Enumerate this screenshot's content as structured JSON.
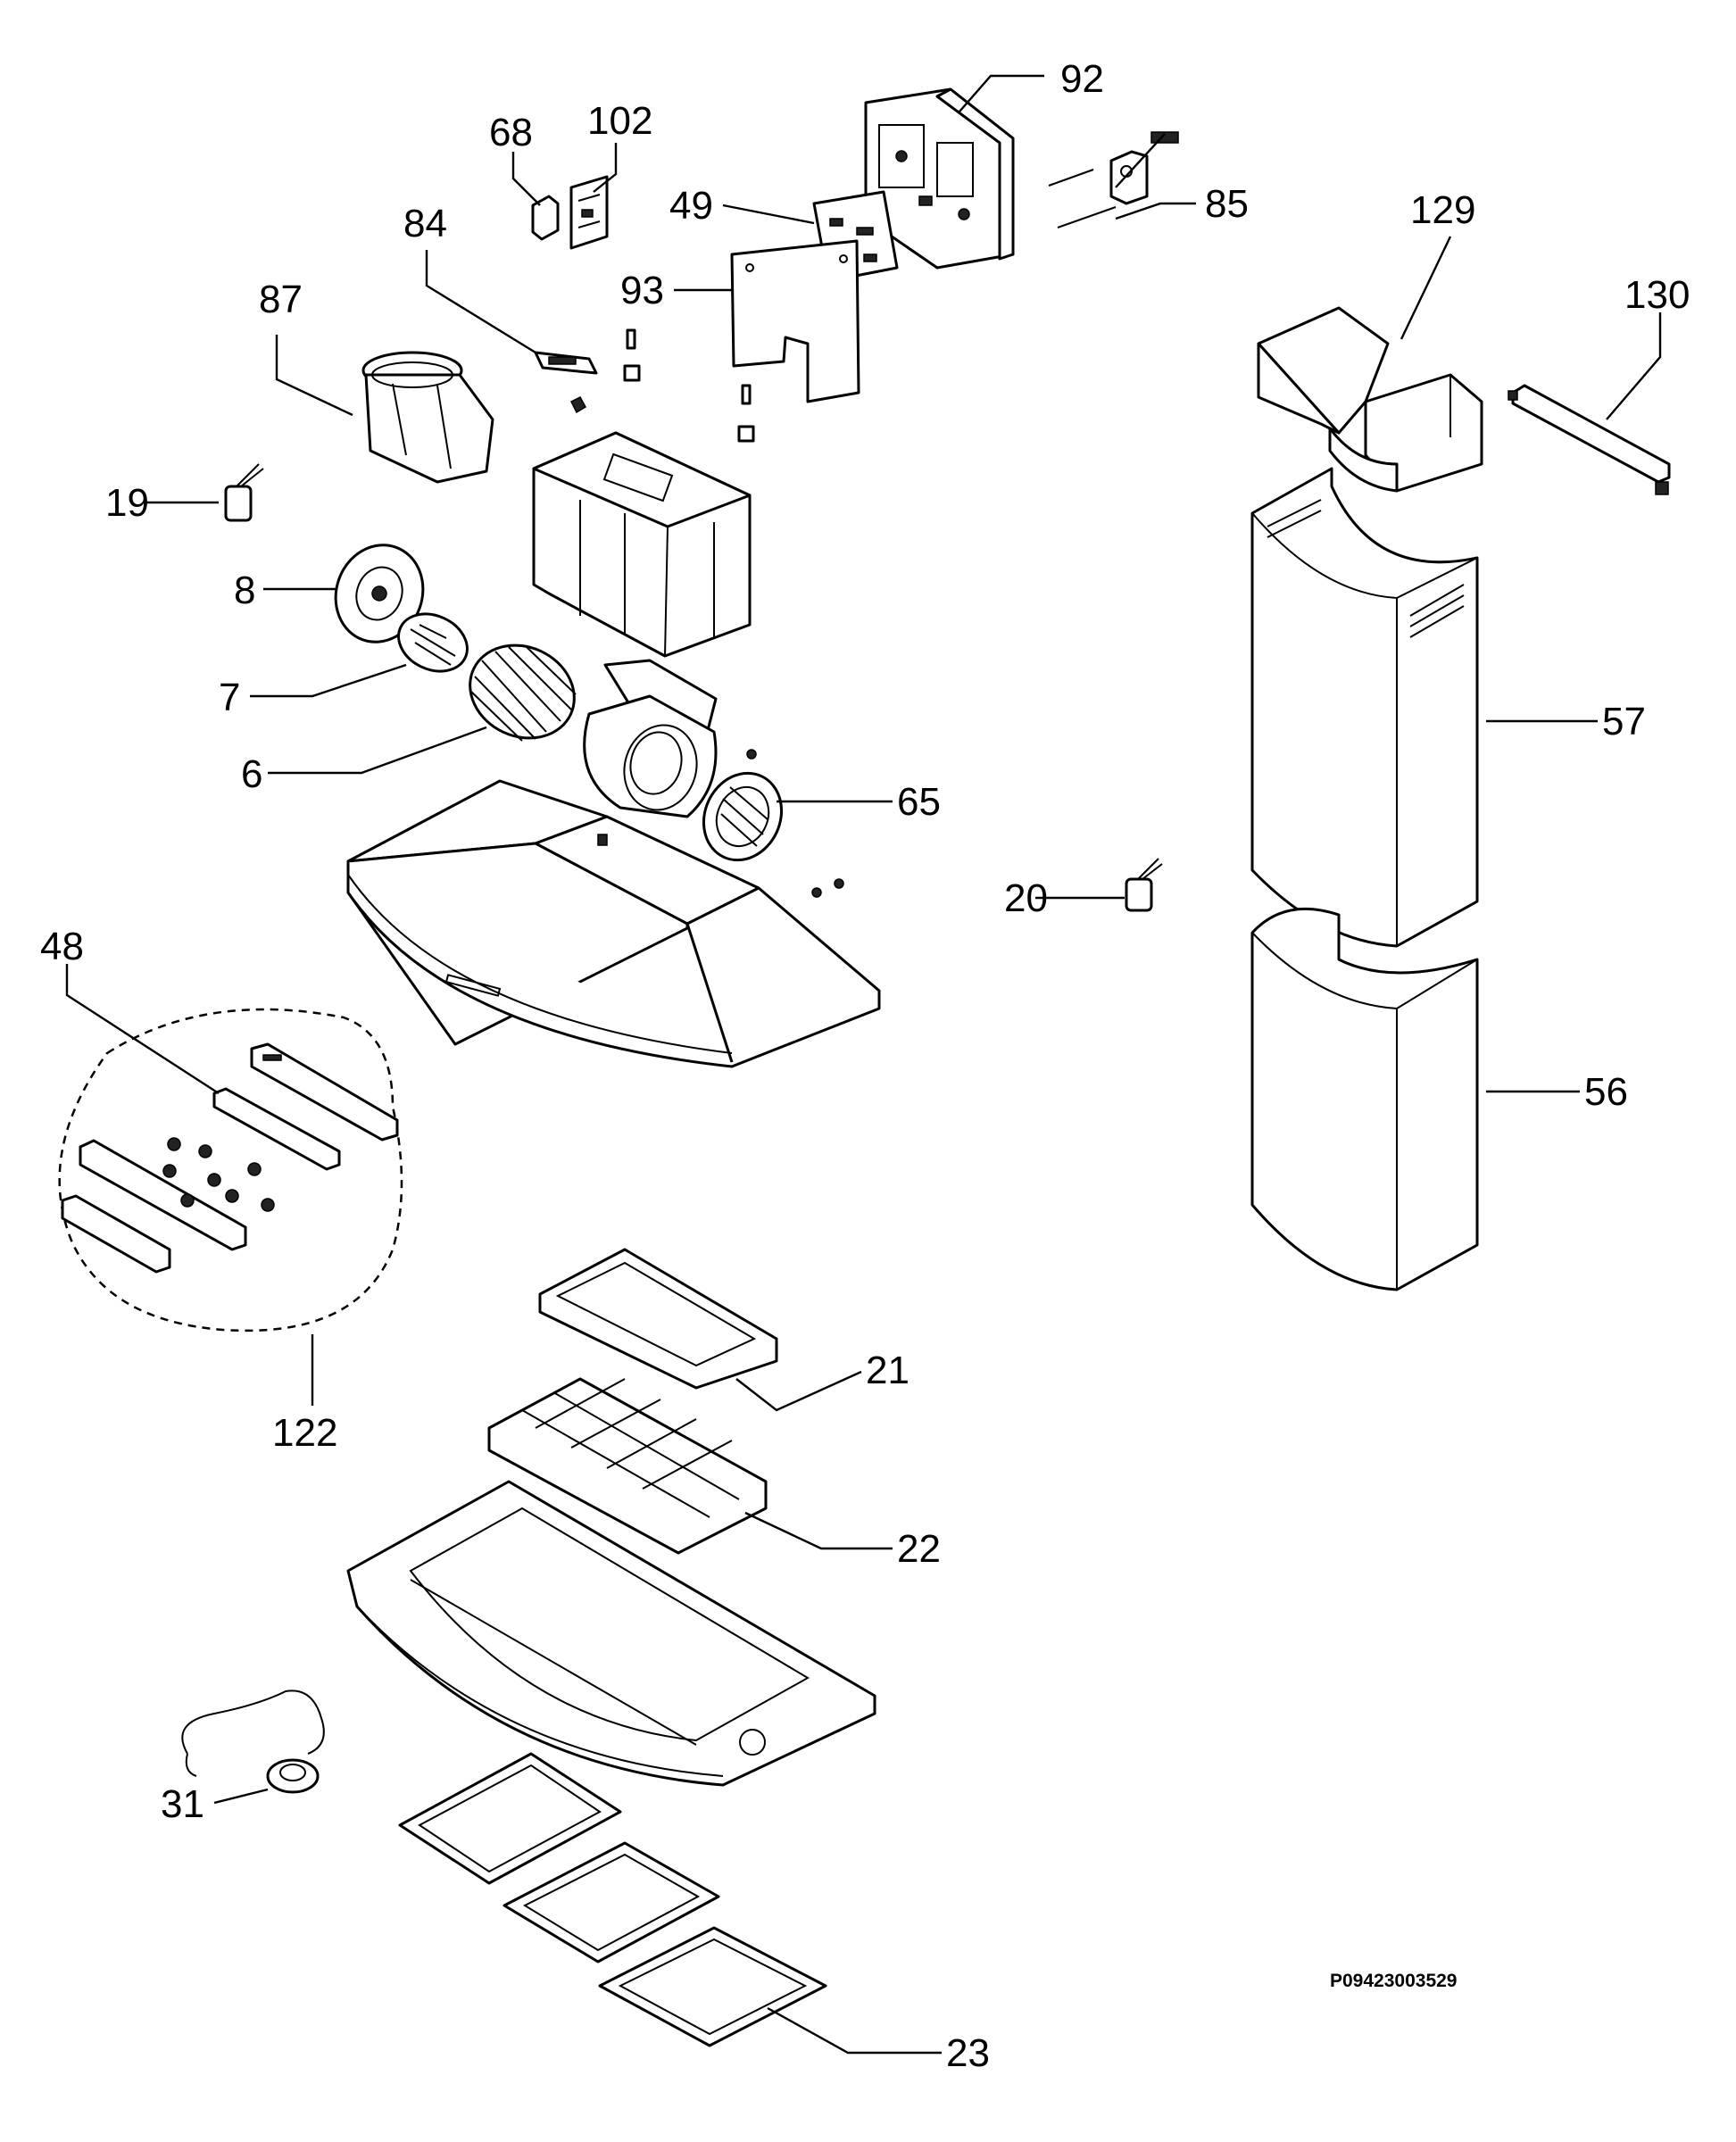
{
  "diagram": {
    "document_code": "P09423003529",
    "labels": {
      "p92": "92",
      "p68": "68",
      "p102": "102",
      "p49": "49",
      "p85": "85",
      "p84": "84",
      "p93": "93",
      "p129": "129",
      "p87": "87",
      "p130": "130",
      "p19": "19",
      "p8": "8",
      "p7": "7",
      "p57": "57",
      "p6": "6",
      "p65": "65",
      "p20": "20",
      "p48": "48",
      "p56": "56",
      "p21": "21",
      "p122": "122",
      "p22": "22",
      "p31": "31",
      "p23": "23"
    }
  },
  "colors": {
    "ink": "#000000",
    "paper": "#ffffff"
  }
}
